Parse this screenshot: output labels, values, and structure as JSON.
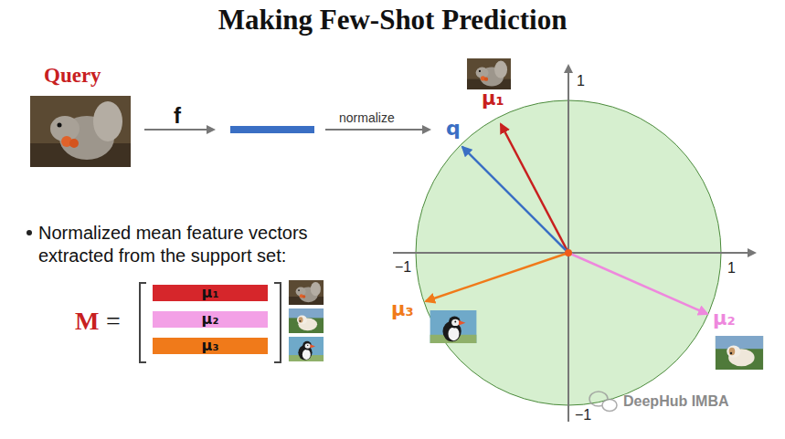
{
  "diagram": {
    "title": "Making Few-Shot Prediction",
    "nodes": [
      {
        "text": [
          "μ₁"
        ]
      },
      {
        "text": [
          "μ₂"
        ]
      },
      {
        "text": [
          "μ₃"
        ]
      }
    ],
    "labels": [
      "Query",
      "f",
      "normalize",
      "Normalized mean feature vectors extracted from the support set:",
      "M",
      "=",
      "1",
      "−1",
      "1",
      "−1",
      "q",
      "μ₁",
      "μ₂",
      "μ₃",
      "DeepHub IMBA"
    ]
  }
}
